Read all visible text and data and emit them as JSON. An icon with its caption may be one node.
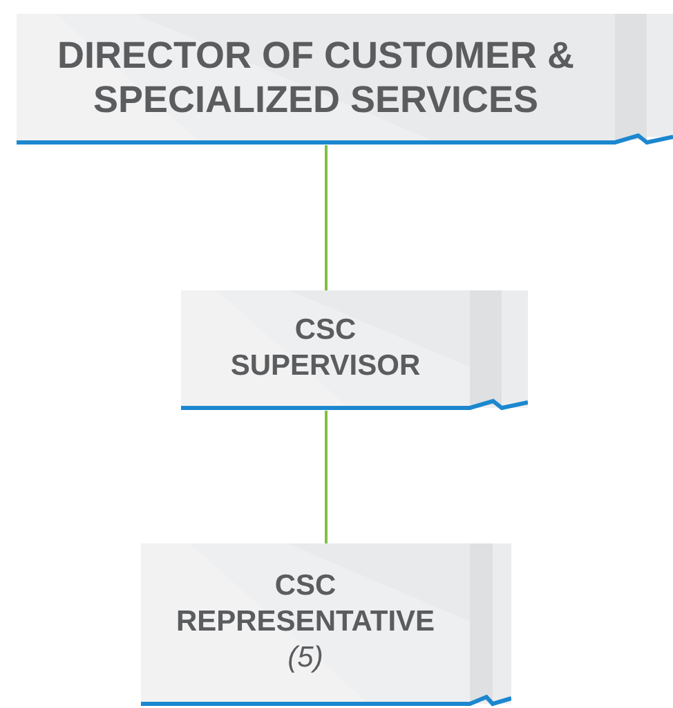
{
  "diagram": {
    "nodes": [
      {
        "text": [
          "DIRECTOR OF CUSTOMER & SPECIALIZED SERVICES"
        ]
      },
      {
        "text": [
          "CSC SUPERVISOR"
        ]
      },
      {
        "text": [
          "CSC REPRESENTATIVE",
          "(5)"
        ]
      }
    ],
    "edges": [
      {
        "from": 0,
        "to": 1,
        "arrow": "none"
      },
      {
        "from": 1,
        "to": 2,
        "arrow": "none"
      }
    ]
  }
}
